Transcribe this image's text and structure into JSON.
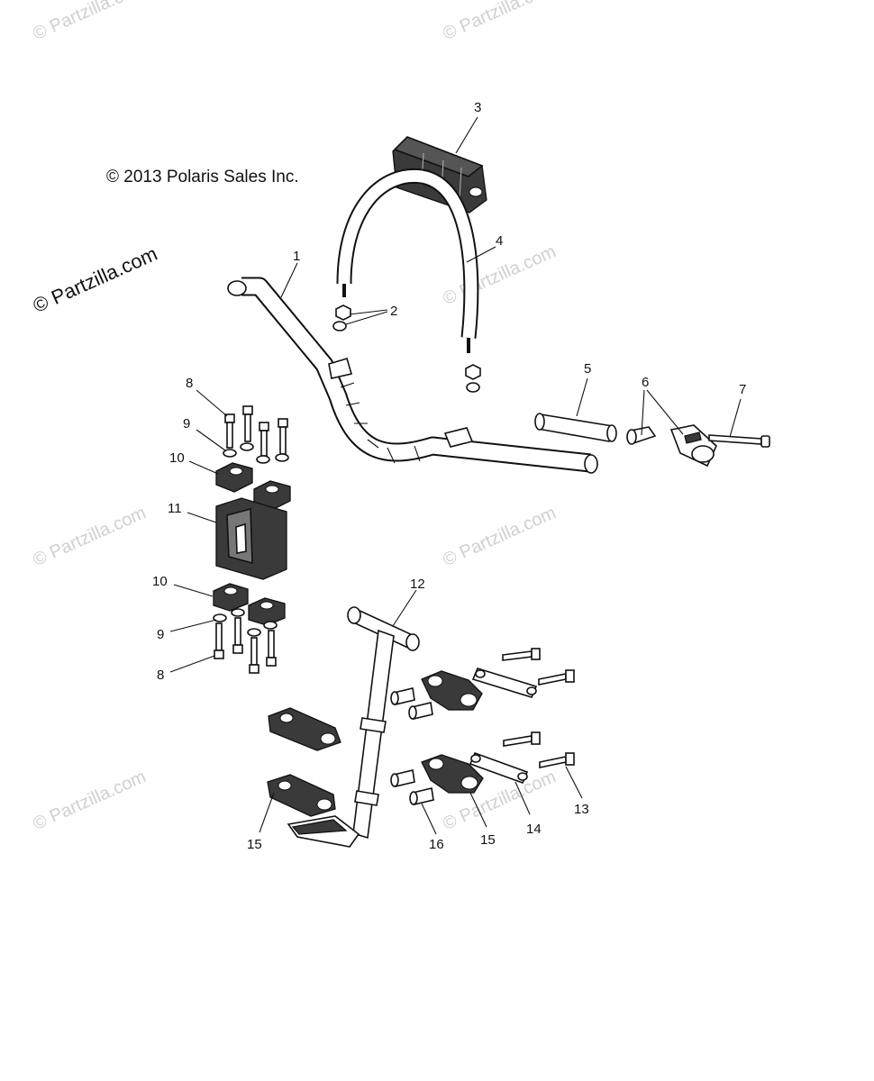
{
  "copyright_text": "© 2013 Polaris Sales Inc.",
  "watermark": {
    "text": "© Partzilla.com",
    "color": "#d0d0d0"
  },
  "callouts": {
    "c1": "1",
    "c2": "2",
    "c3": "3",
    "c4": "4",
    "c5": "5",
    "c6": "6",
    "c7": "7",
    "c8a": "8",
    "c9a": "9",
    "c10a": "10",
    "c11": "11",
    "c10b": "10",
    "c9b": "9",
    "c8b": "8",
    "c12": "12",
    "c13": "13",
    "c14": "14",
    "c15a": "15",
    "c15b": "15",
    "c16": "16"
  },
  "parts": [
    {
      "callout": "1",
      "icon": "handlebar-icon"
    },
    {
      "callout": "2",
      "icon": "nut-icon"
    },
    {
      "callout": "3",
      "icon": "handlebar-pad-icon"
    },
    {
      "callout": "4",
      "icon": "hoop-bar-icon"
    },
    {
      "callout": "5",
      "icon": "grip-icon"
    },
    {
      "callout": "6",
      "icon": "bar-end-icon"
    },
    {
      "callout": "7",
      "icon": "screw-icon"
    },
    {
      "callout": "8",
      "icon": "bolt-icon"
    },
    {
      "callout": "9",
      "icon": "washer-icon"
    },
    {
      "callout": "10",
      "icon": "clamp-icon"
    },
    {
      "callout": "11",
      "icon": "riser-block-icon"
    },
    {
      "callout": "12",
      "icon": "steering-post-icon"
    },
    {
      "callout": "13",
      "icon": "bolt-icon"
    },
    {
      "callout": "14",
      "icon": "plate-icon"
    },
    {
      "callout": "15",
      "icon": "bracket-icon"
    },
    {
      "callout": "16",
      "icon": "bushing-icon"
    }
  ]
}
